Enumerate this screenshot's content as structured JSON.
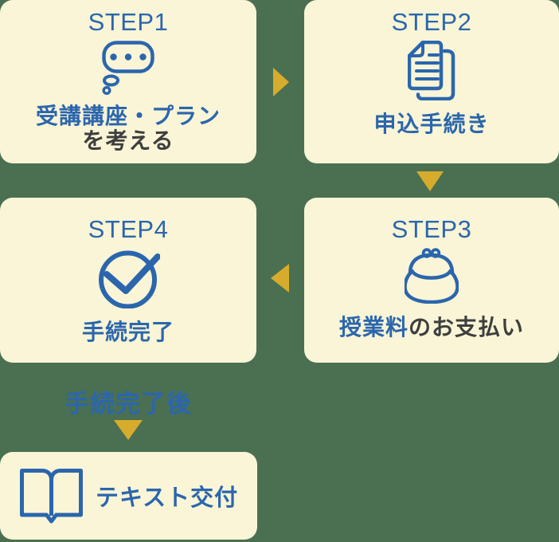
{
  "colors": {
    "background": "#4a7051",
    "card": "#f9f5d6",
    "blue": "#2b66ad",
    "dark_text": "#3e3e3e",
    "arrow_gold": "#d7ac2c"
  },
  "steps": [
    {
      "label": "STEP1",
      "icon": "thought-bubble-icon",
      "caption_line1": "受講講座・プラン",
      "caption_line2": "を考える"
    },
    {
      "label": "STEP2",
      "icon": "documents-icon",
      "caption": "申込手続き"
    },
    {
      "label": "STEP3",
      "icon": "coin-purse-icon",
      "caption_highlight": "授業料",
      "caption_rest": "のお支払い"
    },
    {
      "label": "STEP4",
      "icon": "check-circle-icon",
      "caption": "手続完了"
    }
  ],
  "arrows": [
    {
      "name": "arrow-step1-to-step2",
      "direction": "right"
    },
    {
      "name": "arrow-step2-to-step3",
      "direction": "down"
    },
    {
      "name": "arrow-step3-to-step4",
      "direction": "left"
    },
    {
      "name": "arrow-step4-to-final",
      "direction": "down"
    }
  ],
  "footer": {
    "note": "手続完了後",
    "final_caption": "テキスト交付",
    "icon": "open-book-icon"
  }
}
